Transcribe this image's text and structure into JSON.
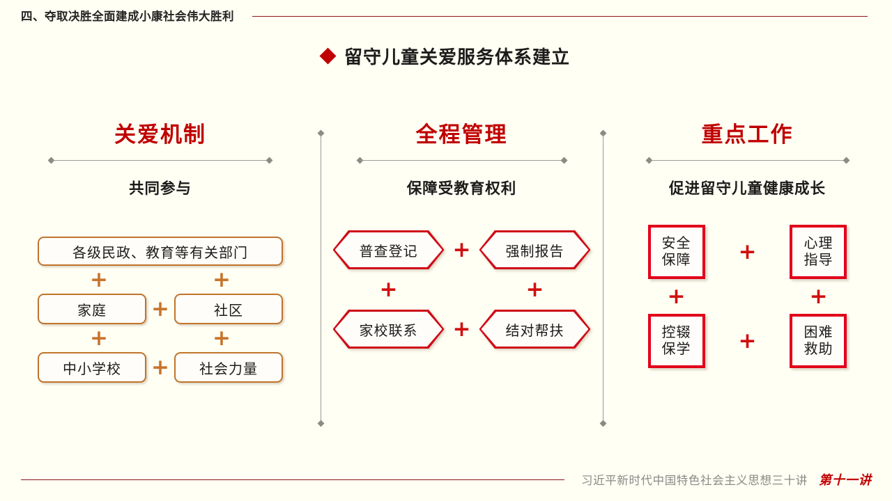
{
  "header": {
    "section_title": "四、夺取决胜全面建成小康社会伟大胜利",
    "rule_color": "#8c1515"
  },
  "title": {
    "bullet_icon": "diamond-bullet-icon",
    "text": "留守儿童关爱服务体系建立",
    "bullet_color": "#c00000"
  },
  "columns": [
    {
      "heading": "关爱机制",
      "subheading": "共同参与",
      "accent_color": "#c0742c",
      "shape": "rounded-rect",
      "items": {
        "row1": "各级民政、教育等有关部门",
        "row2_left": "家庭",
        "row2_right": "社区",
        "row3_left": "中小学校",
        "row3_right": "社会力量"
      },
      "plus": "+"
    },
    {
      "heading": "全程管理",
      "subheading": "保障受教育权利",
      "accent_color": "#cf0d18",
      "shape": "hexagon",
      "items": {
        "row1_left": "普查登记",
        "row1_right": "强制报告",
        "row2_left": "家校联系",
        "row2_right": "结对帮扶"
      },
      "plus": "+"
    },
    {
      "heading": "重点工作",
      "subheading": "促进留守儿童健康成长",
      "accent_color": "#e2001a",
      "shape": "square",
      "items": {
        "row1_left_l1": "安全",
        "row1_left_l2": "保障",
        "row1_right_l1": "心理",
        "row1_right_l2": "指导",
        "row2_left_l1": "控辍",
        "row2_left_l2": "保学",
        "row2_right_l1": "困难",
        "row2_right_l2": "救助"
      },
      "plus": "+"
    }
  ],
  "footer": {
    "book_title": "习近平新时代中国特色社会主义思想三十讲",
    "lecture": "第十一讲",
    "rule_color": "#8c1515"
  }
}
